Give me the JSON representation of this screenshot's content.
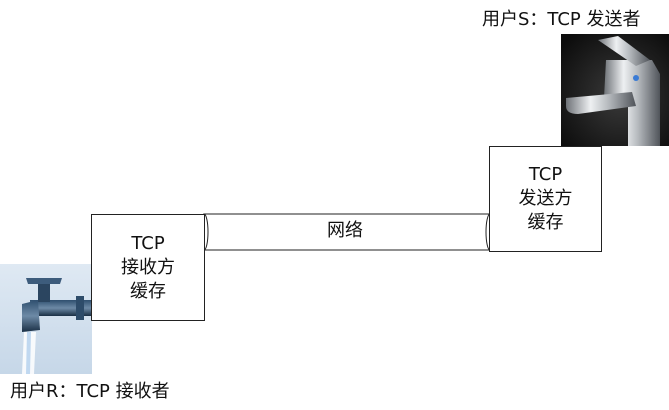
{
  "sender": {
    "caption": "用户S：TCP 发送者",
    "buffer": {
      "line1": "TCP",
      "line2": "发送方",
      "line3": "缓存"
    },
    "faucet_icon": "chrome-faucet-icon"
  },
  "receiver": {
    "caption": "用户R：TCP 接收者",
    "buffer": {
      "line1": "TCP",
      "line2": "接收方",
      "line3": "缓存"
    },
    "faucet_icon": "blue-faucet-icon"
  },
  "network": {
    "label": "网络"
  },
  "colors": {
    "stroke": "#222222",
    "faucet_dark": "#1c3550",
    "chrome": "#c9ccd0",
    "photo_bg": "#141414"
  }
}
